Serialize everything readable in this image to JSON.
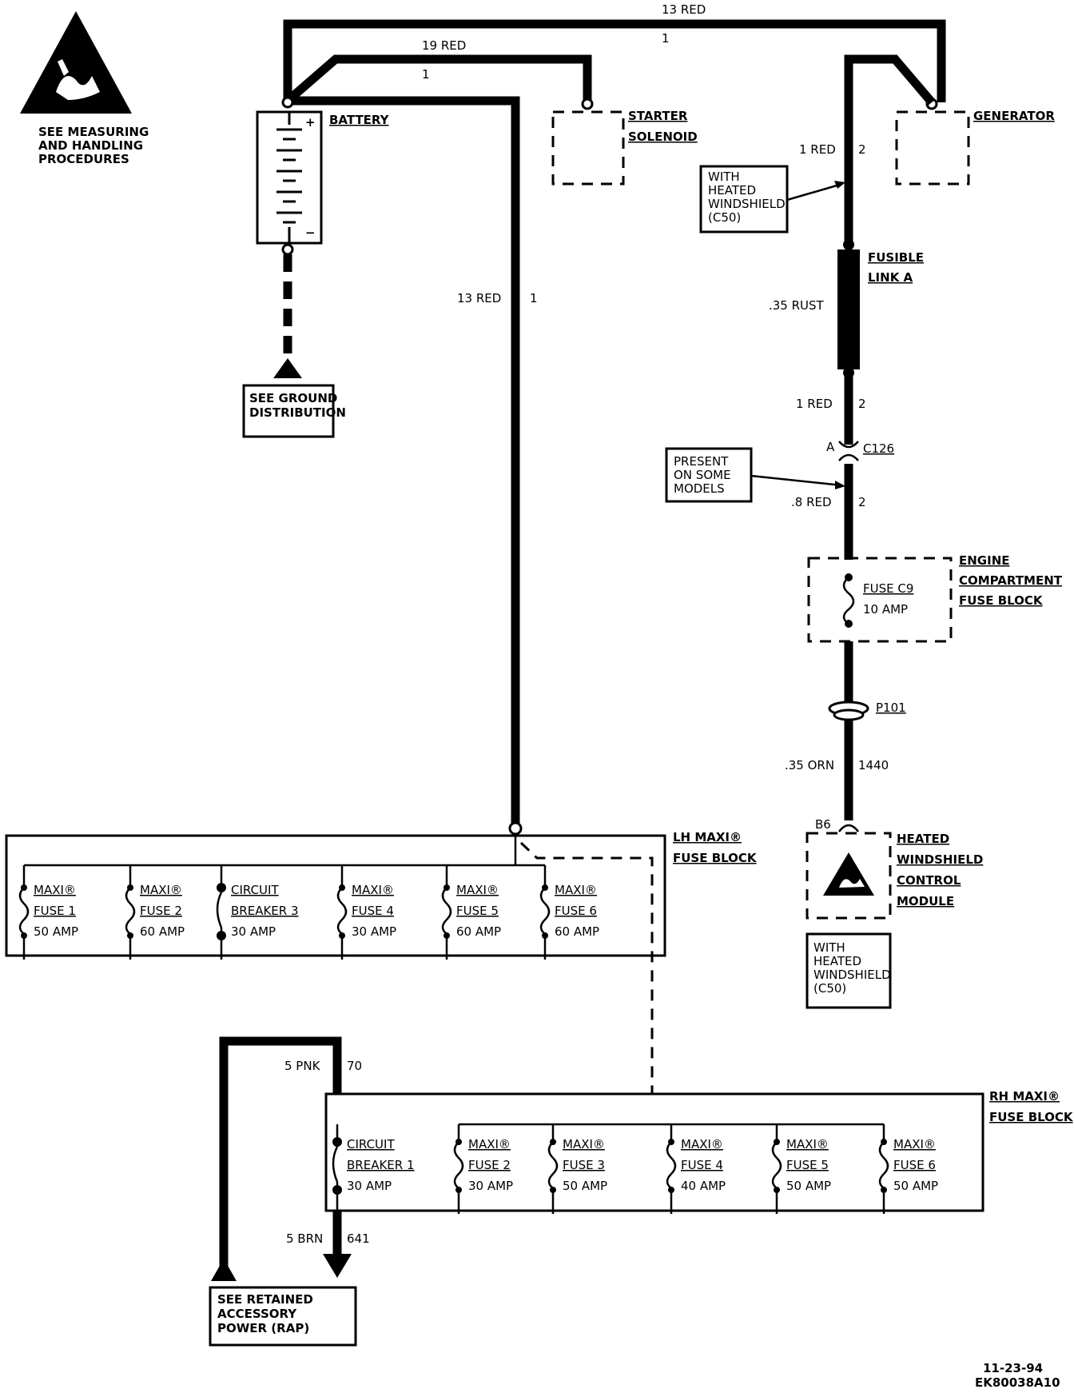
{
  "esd_note": "SEE MEASURING AND HANDLING PROCEDURES",
  "wires": {
    "top_red": {
      "gauge": "13 RED",
      "circuit": "1"
    },
    "starter_red": {
      "gauge": "19 RED",
      "circuit": "1"
    },
    "battery_to_lh": {
      "gauge": "13 RED",
      "circuit": "1"
    },
    "gen_out": {
      "gauge": "1 RED",
      "circuit": "2"
    },
    "fusible_rust": {
      "gauge": ".35 RUST"
    },
    "after_link": {
      "gauge": "1 RED",
      "circuit": "2"
    },
    "after_c126": {
      "gauge": ".8 RED",
      "circuit": "2"
    },
    "to_module": {
      "gauge": ".35 ORN",
      "circuit": "1440"
    },
    "rap_feed": {
      "gauge": "5 PNK",
      "circuit": "70"
    },
    "rap_out": {
      "gauge": "5 BRN",
      "circuit": "641"
    }
  },
  "components": {
    "battery": "BATTERY",
    "starter": [
      "STARTER",
      "SOLENOID"
    ],
    "generator": "GENERATOR",
    "fusible_link": [
      "FUSIBLE",
      "LINK A"
    ],
    "connector_c126": "C126",
    "connector_c126_pin": "A",
    "passthrough_p101": "P101",
    "module_pin": "B6",
    "engine_fuse_block": [
      "ENGINE",
      "COMPARTMENT",
      "FUSE BLOCK"
    ],
    "fuse_c9": [
      "FUSE C9",
      "10 AMP"
    ],
    "heated_module": [
      "HEATED",
      "WINDSHIELD",
      "CONTROL",
      "MODULE"
    ],
    "lh_block": [
      "LH MAXI®",
      "FUSE BLOCK"
    ],
    "rh_block": [
      "RH MAXI®",
      "FUSE BLOCK"
    ]
  },
  "notes": {
    "with_heated_1": [
      "WITH",
      "HEATED",
      "WINDSHIELD",
      "(C50)"
    ],
    "present_some": [
      "PRESENT",
      "ON SOME",
      "MODELS"
    ],
    "with_heated_2": [
      "WITH",
      "HEATED",
      "WINDSHIELD",
      "(C50)"
    ],
    "ground": [
      "SEE GROUND",
      "DISTRIBUTION"
    ],
    "rap": [
      "SEE RETAINED",
      "ACCESSORY",
      "POWER (RAP)"
    ]
  },
  "lh_fuses": [
    {
      "l1": "MAXI®",
      "l2": "FUSE 1",
      "l3": "50 AMP"
    },
    {
      "l1": "MAXI®",
      "l2": "FUSE 2",
      "l3": "60 AMP"
    },
    {
      "l1": "CIRCUIT",
      "l2": "BREAKER 3",
      "l3": "30 AMP"
    },
    {
      "l1": "MAXI®",
      "l2": "FUSE 4",
      "l3": "30 AMP"
    },
    {
      "l1": "MAXI®",
      "l2": "FUSE 5",
      "l3": "60 AMP"
    },
    {
      "l1": "MAXI®",
      "l2": "FUSE 6",
      "l3": "60 AMP"
    }
  ],
  "rh_fuses": [
    {
      "l1": "CIRCUIT",
      "l2": "BREAKER 1",
      "l3": "30 AMP"
    },
    {
      "l1": "MAXI®",
      "l2": "FUSE 2",
      "l3": "30 AMP"
    },
    {
      "l1": "MAXI®",
      "l2": "FUSE 3",
      "l3": "50 AMP"
    },
    {
      "l1": "MAXI®",
      "l2": "FUSE 4",
      "l3": "40 AMP"
    },
    {
      "l1": "MAXI®",
      "l2": "FUSE 5",
      "l3": "50 AMP"
    },
    {
      "l1": "MAXI®",
      "l2": "FUSE 6",
      "l3": "50 AMP"
    }
  ],
  "footer": {
    "date": "11-23-94",
    "code": "EK80038A10"
  }
}
